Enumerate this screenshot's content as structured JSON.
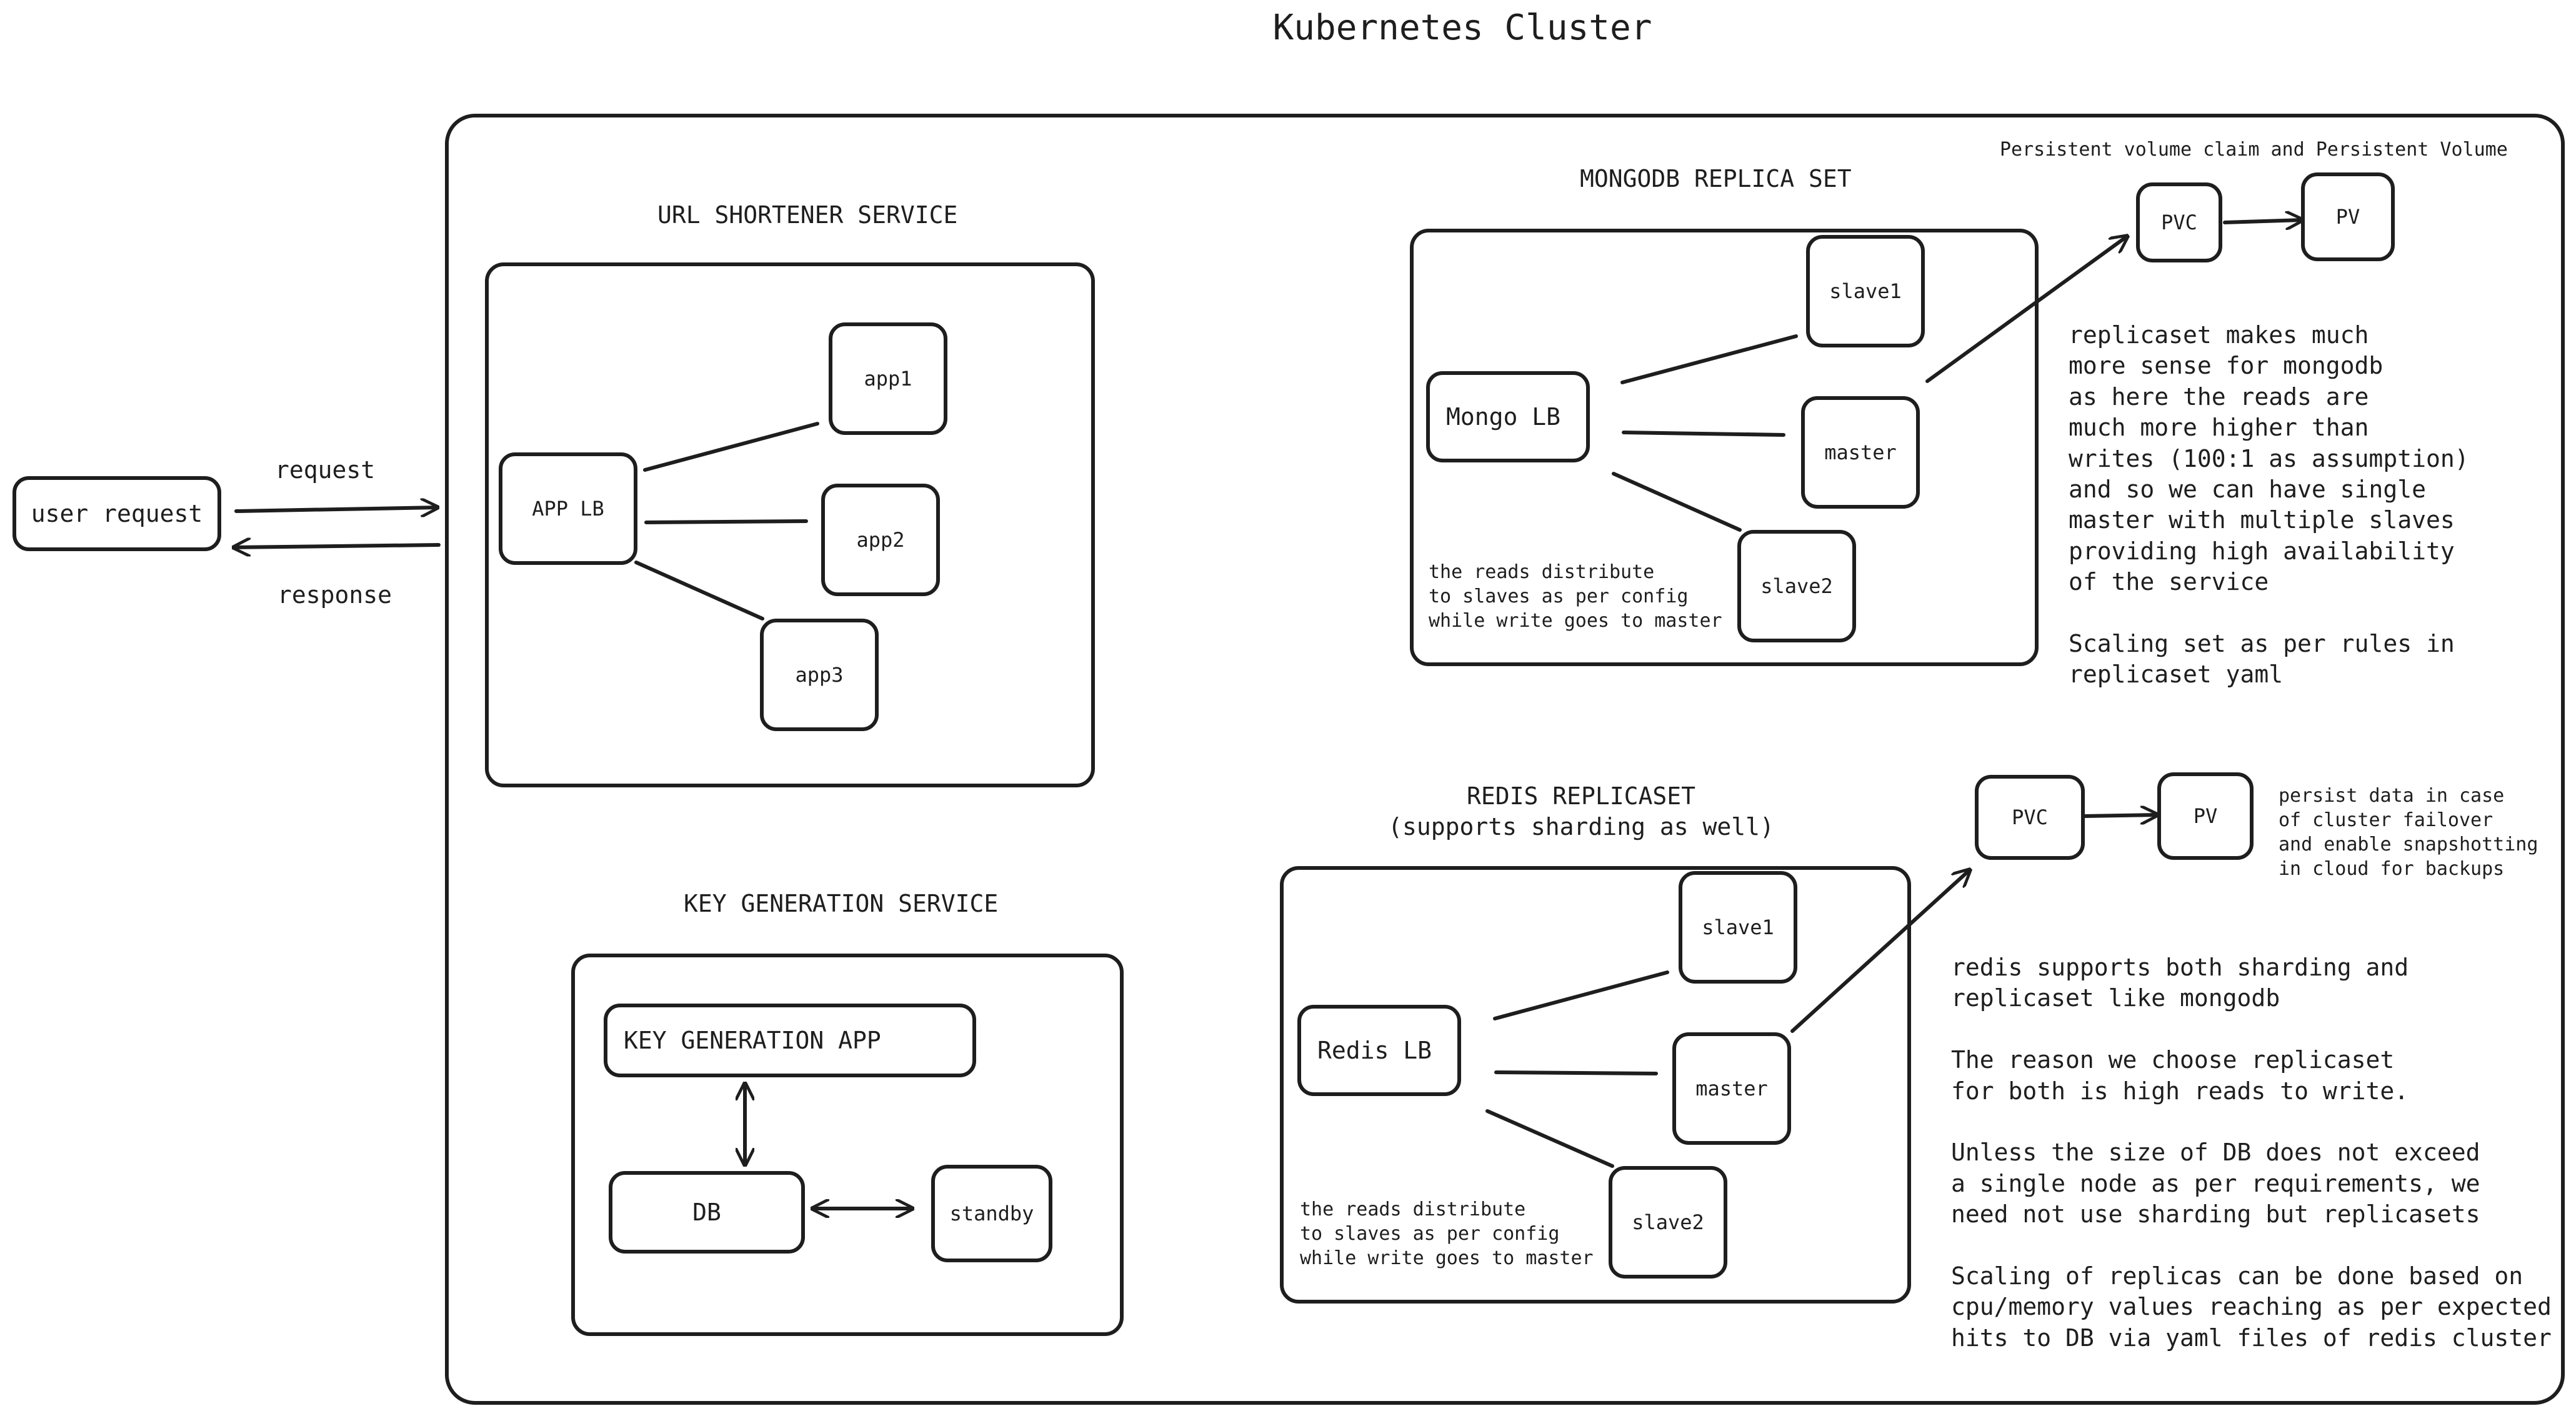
{
  "title": "Kubernetes Cluster",
  "user_request": "user request",
  "request_label": "request",
  "response_label": "response",
  "url_service": {
    "title": "URL SHORTENER SERVICE",
    "lb": "APP LB",
    "apps": [
      "app1",
      "app2",
      "app3"
    ]
  },
  "key_service": {
    "title": "KEY GENERATION SERVICE",
    "app": "KEY GENERATION APP",
    "db": "DB",
    "standby": "standby"
  },
  "mongo": {
    "title": "MONGODB REPLICA SET",
    "lb": "Mongo LB",
    "slave1": "slave1",
    "master": "master",
    "slave2": "slave2",
    "note": "the reads distribute\nto slaves as per config\nwhile write goes to master",
    "pv_caption": "Persistent volume claim and Persistent Volume",
    "pvc": "PVC",
    "pv": "PV",
    "explanation": "replicaset makes much\nmore sense for mongodb\nas here the reads are\nmuch more higher than\nwrites (100:1 as assumption)\nand so we can have single\nmaster with multiple slaves\nproviding high availability\nof the service\n\nScaling set as per rules in\nreplicaset yaml"
  },
  "redis": {
    "title": "REDIS REPLICASET\n(supports sharding as well)",
    "lb": "Redis LB",
    "slave1": "slave1",
    "master": "master",
    "slave2": "slave2",
    "note": "the reads distribute\nto slaves as per config\nwhile write goes to master",
    "pvc": "PVC",
    "pv": "PV",
    "pv_note": "persist data in case\nof cluster failover\nand enable snapshotting\nin cloud for backups",
    "explanation": "redis supports both sharding and\nreplicaset like mongodb\n\nThe reason we choose replicaset\nfor both is high reads to write.\n\nUnless the size of DB does not exceed\na single node as per requirements, we\nneed not use sharding but replicasets\n\nScaling of replicas can be done based on\ncpu/memory values reaching as per expected\nhits to DB via yaml files of redis cluster"
  },
  "colors": {
    "stroke": "#1e1e1e",
    "background": "#ffffff"
  }
}
